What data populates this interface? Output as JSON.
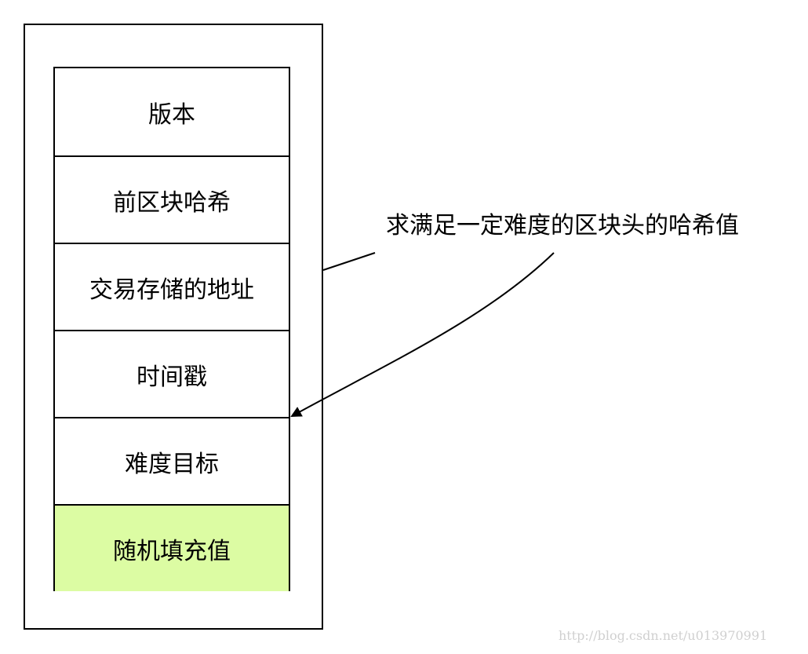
{
  "diagram": {
    "fields": [
      {
        "id": "version",
        "label": "版本",
        "highlight": false
      },
      {
        "id": "prev-block-hash",
        "label": "前区块哈希",
        "highlight": false
      },
      {
        "id": "tx-storage-address",
        "label": "交易存储的地址",
        "highlight": false
      },
      {
        "id": "timestamp",
        "label": "时间戳",
        "highlight": false
      },
      {
        "id": "difficulty-target",
        "label": "难度目标",
        "highlight": false
      },
      {
        "id": "nonce",
        "label": "随机填充值",
        "highlight": true
      }
    ],
    "callout": "求满足一定难度的区块头的哈希值",
    "watermark": "http://blog.csdn.net/u013970991"
  },
  "colors": {
    "highlight_fill": "#dcfca3",
    "line": "#000000",
    "background": "#ffffff"
  }
}
